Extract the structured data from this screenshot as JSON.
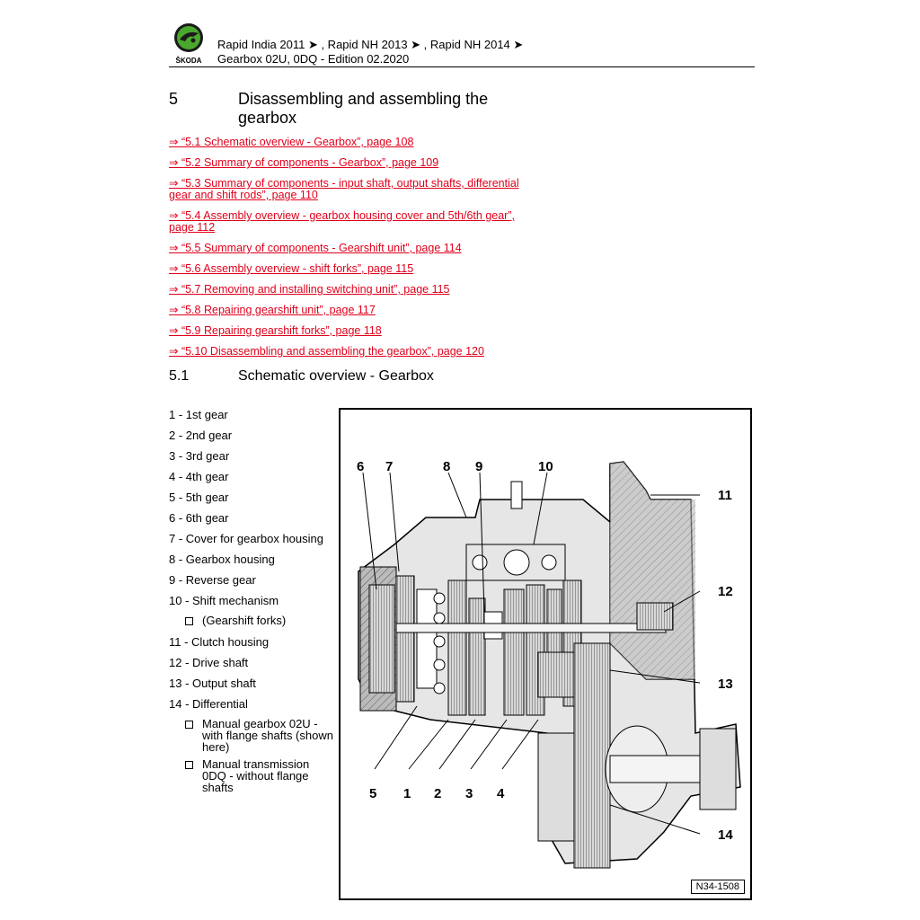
{
  "header": {
    "brand": "ŠKODA",
    "line1": "Rapid India 2011 ➤ , Rapid NH 2013 ➤ , Rapid NH 2014 ➤",
    "line2": "Gearbox 02U, 0DQ - Edition 02.2020"
  },
  "section": {
    "number": "5",
    "title": "Disassembling and assembling the gearbox"
  },
  "toc": [
    "⇒ “5.1 Schematic overview - Gearbox”, page 108",
    "⇒ “5.2 Summary of components - Gearbox”, page 109",
    "⇒ “5.3 Summary of components - input shaft, output shafts, differential gear and shift rods”, page 110",
    "⇒ “5.4 Assembly overview - gearbox housing cover and 5th/6th gear”, page 112",
    "⇒ “5.5 Summary of components - Gearshift unit”, page 114",
    "⇒ “5.6 Assembly overview - shift forks”, page 115",
    "⇒ “5.7 Removing and installing switching unit”, page 115",
    "⇒ “5.8 Repairing gearshift unit”, page 117",
    "⇒ “5.9 Repairing gearshift forks”, page 118",
    "⇒ “5.10 Disassembling and assembling the gearbox”, page 120"
  ],
  "subsection": {
    "number": "5.1",
    "title": "Schematic overview - Gearbox"
  },
  "legend": {
    "items": [
      "1 - 1st gear",
      "2 - 2nd gear",
      "3 - 3rd gear",
      "4 - 4th gear",
      "5 - 5th gear",
      "6 - 6th gear",
      "7 - Cover for gearbox housing",
      "8 - Gearbox housing",
      "9 - Reverse gear",
      "10 - Shift mechanism",
      "(Gearshift forks)",
      "11 - Clutch housing",
      "12 - Drive shaft",
      "13 - Output shaft",
      "14 - Differential",
      "Manual gearbox 02U - with flange shafts (shown here)",
      "Manual transmission 0DQ - without flange shafts"
    ]
  },
  "figure": {
    "id": "N34-1508",
    "callouts": [
      "6",
      "7",
      "8",
      "9",
      "10",
      "11",
      "12",
      "13",
      "14",
      "5",
      "1",
      "2",
      "3",
      "4"
    ]
  }
}
